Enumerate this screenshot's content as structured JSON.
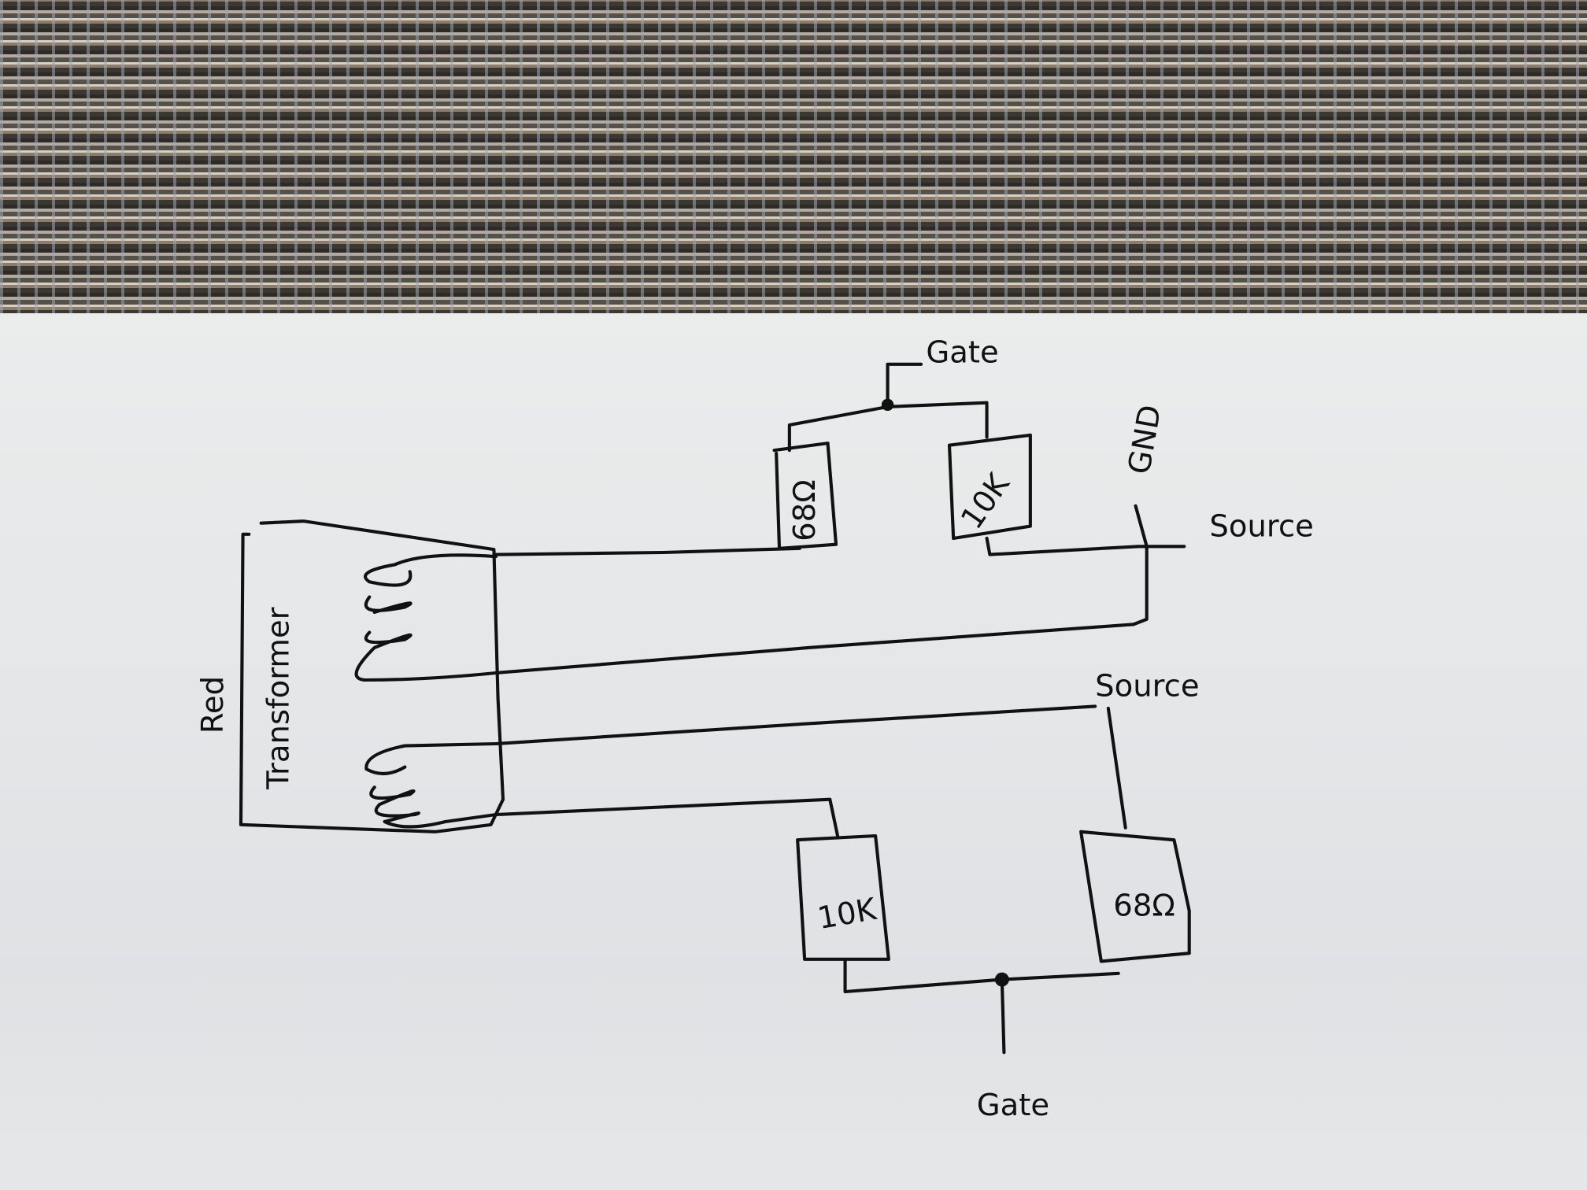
{
  "labels": {
    "gate_top": "Gate",
    "gate_bottom": "Gate",
    "gnd": "GND",
    "source_top": "Source",
    "source_bottom": "Source",
    "transformer": "Transformer",
    "red": "Red"
  },
  "components": {
    "resistor_top_left": "68Ω",
    "resistor_top_right": "10K",
    "resistor_bottom_left": "10K",
    "resistor_bottom_right": "68Ω"
  },
  "colors": {
    "ink": "#111111",
    "paper": "#e9eaea"
  }
}
